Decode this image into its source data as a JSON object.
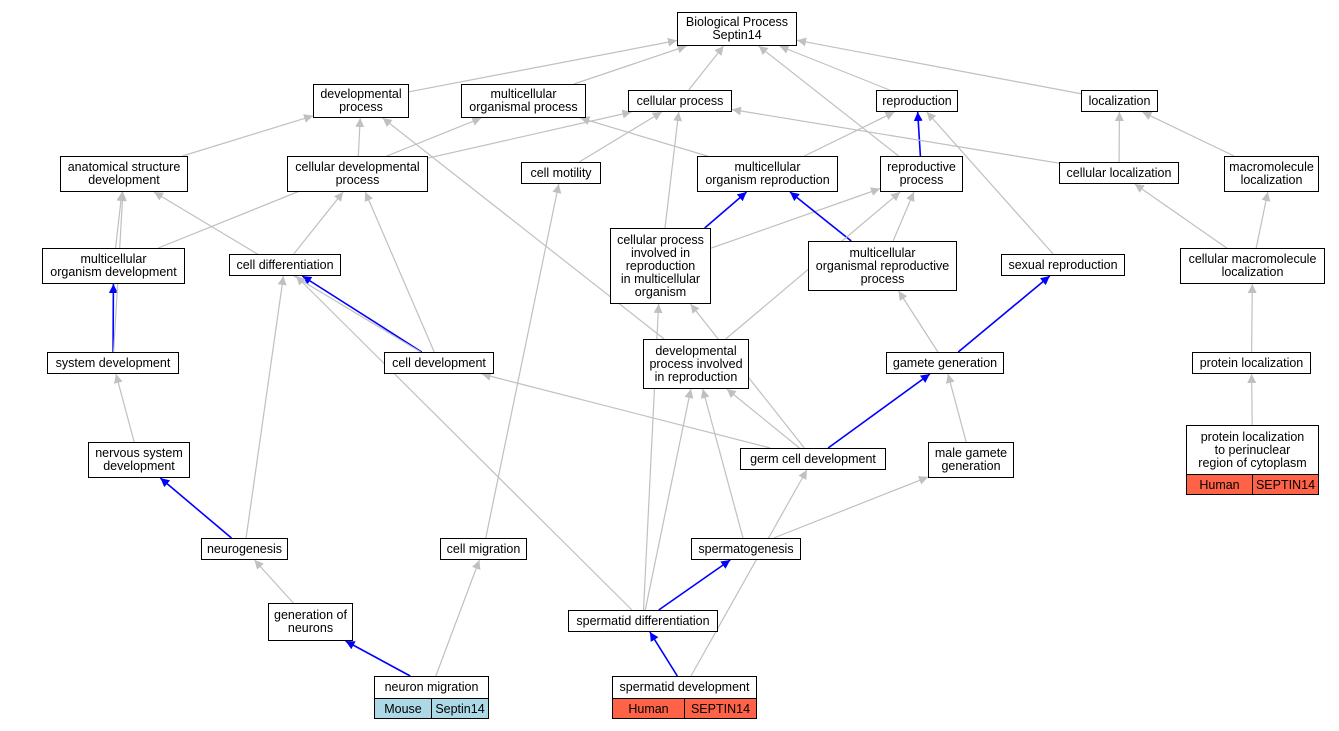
{
  "colors": {
    "regulates_edge": "#0000ff",
    "is_a_edge": "#c0c0c0",
    "mouse_annotation": "#add8e6",
    "human_annotation": "#ff6347"
  },
  "nodes": {
    "biological_process": "Biological Process\nSeptin14",
    "developmental_process": "developmental\nprocess",
    "multicellular_organismal_process": "multicellular\norganismal process",
    "cellular_process": "cellular process",
    "reproduction": "reproduction",
    "localization": "localization",
    "anatomical_structure_development": "anatomical structure\ndevelopment",
    "cellular_developmental_process": "cellular developmental\nprocess",
    "cell_motility": "cell motility",
    "multicellular_organism_reproduction": "multicellular\norganism reproduction",
    "reproductive_process": "reproductive\nprocess",
    "cellular_localization": "cellular localization",
    "macromolecule_localization": "macromolecule\nlocalization",
    "multicellular_organism_development": "multicellular\norganism development",
    "cell_differentiation": "cell differentiation",
    "cellular_process_reproduction": "cellular process\ninvolved in\nreproduction\nin multicellular\norganism",
    "multicellular_organismal_reproductive_process": "multicellular\norganismal reproductive\nprocess",
    "sexual_reproduction": "sexual reproduction",
    "cellular_macromolecule_localization": "cellular macromolecule\nlocalization",
    "system_development": "system development",
    "cell_development": "cell development",
    "developmental_process_reproduction": "developmental\nprocess involved\nin reproduction",
    "gamete_generation": "gamete generation",
    "protein_localization": "protein localization",
    "nervous_system_development": "nervous system\ndevelopment",
    "germ_cell_development": "germ cell development",
    "male_gamete_generation": "male gamete\ngeneration",
    "protein_localization_perinuclear": "protein localization\nto perinuclear\nregion of cytoplasm",
    "neurogenesis": "neurogenesis",
    "cell_migration": "cell migration",
    "spermatogenesis": "spermatogenesis",
    "generation_of_neurons": "generation of\nneurons",
    "spermatid_differentiation": "spermatid differentiation",
    "neuron_migration": "neuron migration",
    "spermatid_development": "spermatid development"
  },
  "annotations": {
    "neuron_migration": {
      "species": "Mouse",
      "gene": "Septin14"
    },
    "spermatid_development": {
      "species": "Human",
      "gene": "SEPTIN14"
    },
    "protein_localization_perinuclear": {
      "species": "Human",
      "gene": "SEPTIN14"
    }
  },
  "edges": [
    {
      "from": "developmental_process",
      "to": "biological_process",
      "type": "is_a"
    },
    {
      "from": "multicellular_organismal_process",
      "to": "biological_process",
      "type": "is_a"
    },
    {
      "from": "cellular_process",
      "to": "biological_process",
      "type": "is_a"
    },
    {
      "from": "reproduction",
      "to": "biological_process",
      "type": "is_a"
    },
    {
      "from": "localization",
      "to": "biological_process",
      "type": "is_a"
    },
    {
      "from": "anatomical_structure_development",
      "to": "developmental_process",
      "type": "is_a"
    },
    {
      "from": "cellular_developmental_process",
      "to": "developmental_process",
      "type": "is_a"
    },
    {
      "from": "cellular_developmental_process",
      "to": "cellular_process",
      "type": "is_a"
    },
    {
      "from": "cell_motility",
      "to": "cellular_process",
      "type": "is_a"
    },
    {
      "from": "multicellular_organism_reproduction",
      "to": "multicellular_organismal_process",
      "type": "is_a"
    },
    {
      "from": "multicellular_organism_reproduction",
      "to": "reproduction",
      "type": "is_a"
    },
    {
      "from": "reproductive_process",
      "to": "reproduction",
      "type": "regulates"
    },
    {
      "from": "reproductive_process",
      "to": "biological_process",
      "type": "is_a"
    },
    {
      "from": "cellular_localization",
      "to": "localization",
      "type": "is_a"
    },
    {
      "from": "cellular_localization",
      "to": "cellular_process",
      "type": "is_a"
    },
    {
      "from": "macromolecule_localization",
      "to": "localization",
      "type": "is_a"
    },
    {
      "from": "multicellular_organism_development",
      "to": "anatomical_structure_development",
      "type": "is_a"
    },
    {
      "from": "multicellular_organism_development",
      "to": "multicellular_organismal_process",
      "type": "is_a"
    },
    {
      "from": "cell_differentiation",
      "to": "cellular_developmental_process",
      "type": "is_a"
    },
    {
      "from": "cellular_process_reproduction",
      "to": "cellular_process",
      "type": "is_a"
    },
    {
      "from": "cellular_process_reproduction",
      "to": "multicellular_organism_reproduction",
      "type": "regulates"
    },
    {
      "from": "cellular_process_reproduction",
      "to": "reproductive_process",
      "type": "is_a"
    },
    {
      "from": "multicellular_organismal_reproductive_process",
      "to": "multicellular_organism_reproduction",
      "type": "regulates"
    },
    {
      "from": "multicellular_organismal_reproductive_process",
      "to": "reproductive_process",
      "type": "is_a"
    },
    {
      "from": "sexual_reproduction",
      "to": "reproduction",
      "type": "is_a"
    },
    {
      "from": "cellular_macromolecule_localization",
      "to": "cellular_localization",
      "type": "is_a"
    },
    {
      "from": "cellular_macromolecule_localization",
      "to": "macromolecule_localization",
      "type": "is_a"
    },
    {
      "from": "system_development",
      "to": "multicellular_organism_development",
      "type": "regulates"
    },
    {
      "from": "system_development",
      "to": "anatomical_structure_development",
      "type": "is_a"
    },
    {
      "from": "cell_development",
      "to": "cell_differentiation",
      "type": "regulates"
    },
    {
      "from": "cell_development",
      "to": "cellular_developmental_process",
      "type": "is_a"
    },
    {
      "from": "cell_development",
      "to": "anatomical_structure_development",
      "type": "is_a"
    },
    {
      "from": "developmental_process_reproduction",
      "to": "developmental_process",
      "type": "is_a"
    },
    {
      "from": "developmental_process_reproduction",
      "to": "reproductive_process",
      "type": "is_a"
    },
    {
      "from": "gamete_generation",
      "to": "multicellular_organismal_reproductive_process",
      "type": "is_a"
    },
    {
      "from": "gamete_generation",
      "to": "sexual_reproduction",
      "type": "regulates"
    },
    {
      "from": "protein_localization",
      "to": "cellular_macromolecule_localization",
      "type": "is_a"
    },
    {
      "from": "nervous_system_development",
      "to": "system_development",
      "type": "is_a"
    },
    {
      "from": "germ_cell_development",
      "to": "cell_development",
      "type": "is_a"
    },
    {
      "from": "germ_cell_development",
      "to": "developmental_process_reproduction",
      "type": "is_a"
    },
    {
      "from": "germ_cell_development",
      "to": "gamete_generation",
      "type": "regulates"
    },
    {
      "from": "germ_cell_development",
      "to": "cellular_process_reproduction",
      "type": "is_a"
    },
    {
      "from": "male_gamete_generation",
      "to": "gamete_generation",
      "type": "is_a"
    },
    {
      "from": "protein_localization_perinuclear",
      "to": "protein_localization",
      "type": "is_a"
    },
    {
      "from": "neurogenesis",
      "to": "nervous_system_development",
      "type": "regulates"
    },
    {
      "from": "neurogenesis",
      "to": "cell_differentiation",
      "type": "is_a"
    },
    {
      "from": "cell_migration",
      "to": "cell_motility",
      "type": "is_a"
    },
    {
      "from": "spermatogenesis",
      "to": "male_gamete_generation",
      "type": "is_a"
    },
    {
      "from": "spermatogenesis",
      "to": "developmental_process_reproduction",
      "type": "is_a"
    },
    {
      "from": "generation_of_neurons",
      "to": "neurogenesis",
      "type": "is_a"
    },
    {
      "from": "spermatid_differentiation",
      "to": "spermatogenesis",
      "type": "regulates"
    },
    {
      "from": "spermatid_differentiation",
      "to": "developmental_process_reproduction",
      "type": "is_a"
    },
    {
      "from": "spermatid_differentiation",
      "to": "cellular_process_reproduction",
      "type": "is_a"
    },
    {
      "from": "spermatid_differentiation",
      "to": "cell_differentiation",
      "type": "is_a"
    },
    {
      "from": "neuron_migration",
      "to": "generation_of_neurons",
      "type": "regulates"
    },
    {
      "from": "neuron_migration",
      "to": "cell_migration",
      "type": "is_a"
    },
    {
      "from": "spermatid_development",
      "to": "spermatid_differentiation",
      "type": "regulates"
    },
    {
      "from": "spermatid_development",
      "to": "germ_cell_development",
      "type": "is_a"
    }
  ]
}
